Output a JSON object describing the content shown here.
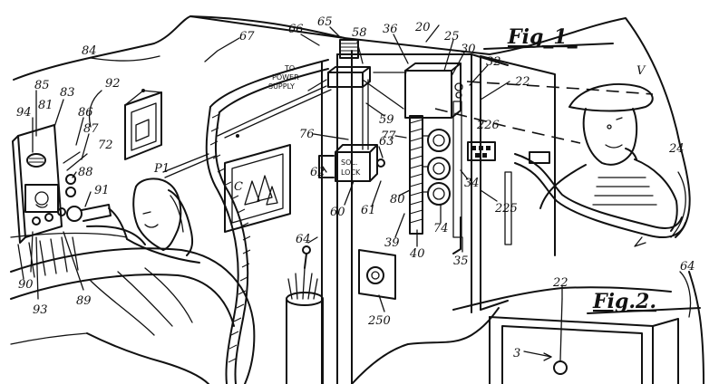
{
  "figure_titles": [
    "Fig_1_",
    "Fig.2."
  ],
  "annotations": {
    "power_supply_line1": "TO",
    "power_supply_line2": "POWER",
    "power_supply_line3": "SUPPLY",
    "solenoid_line1": "SOL.",
    "solenoid_line2": "LOCK",
    "picture_letter": "C",
    "person_label": "P1",
    "visitor_label": "V",
    "fig2_arrow_label": "3"
  },
  "reference_numerals": [
    "84",
    "85",
    "94",
    "81",
    "83",
    "92",
    "86",
    "87",
    "72",
    "88",
    "91",
    "90",
    "93",
    "89",
    "67",
    "66",
    "65",
    "58",
    "36",
    "20",
    "25",
    "30",
    "32",
    "22",
    "76",
    "77",
    "62",
    "63",
    "61",
    "60",
    "59",
    "80",
    "39",
    "40",
    "74",
    "34",
    "226",
    "225",
    "35",
    "24",
    "64",
    "250",
    "64",
    "22"
  ]
}
